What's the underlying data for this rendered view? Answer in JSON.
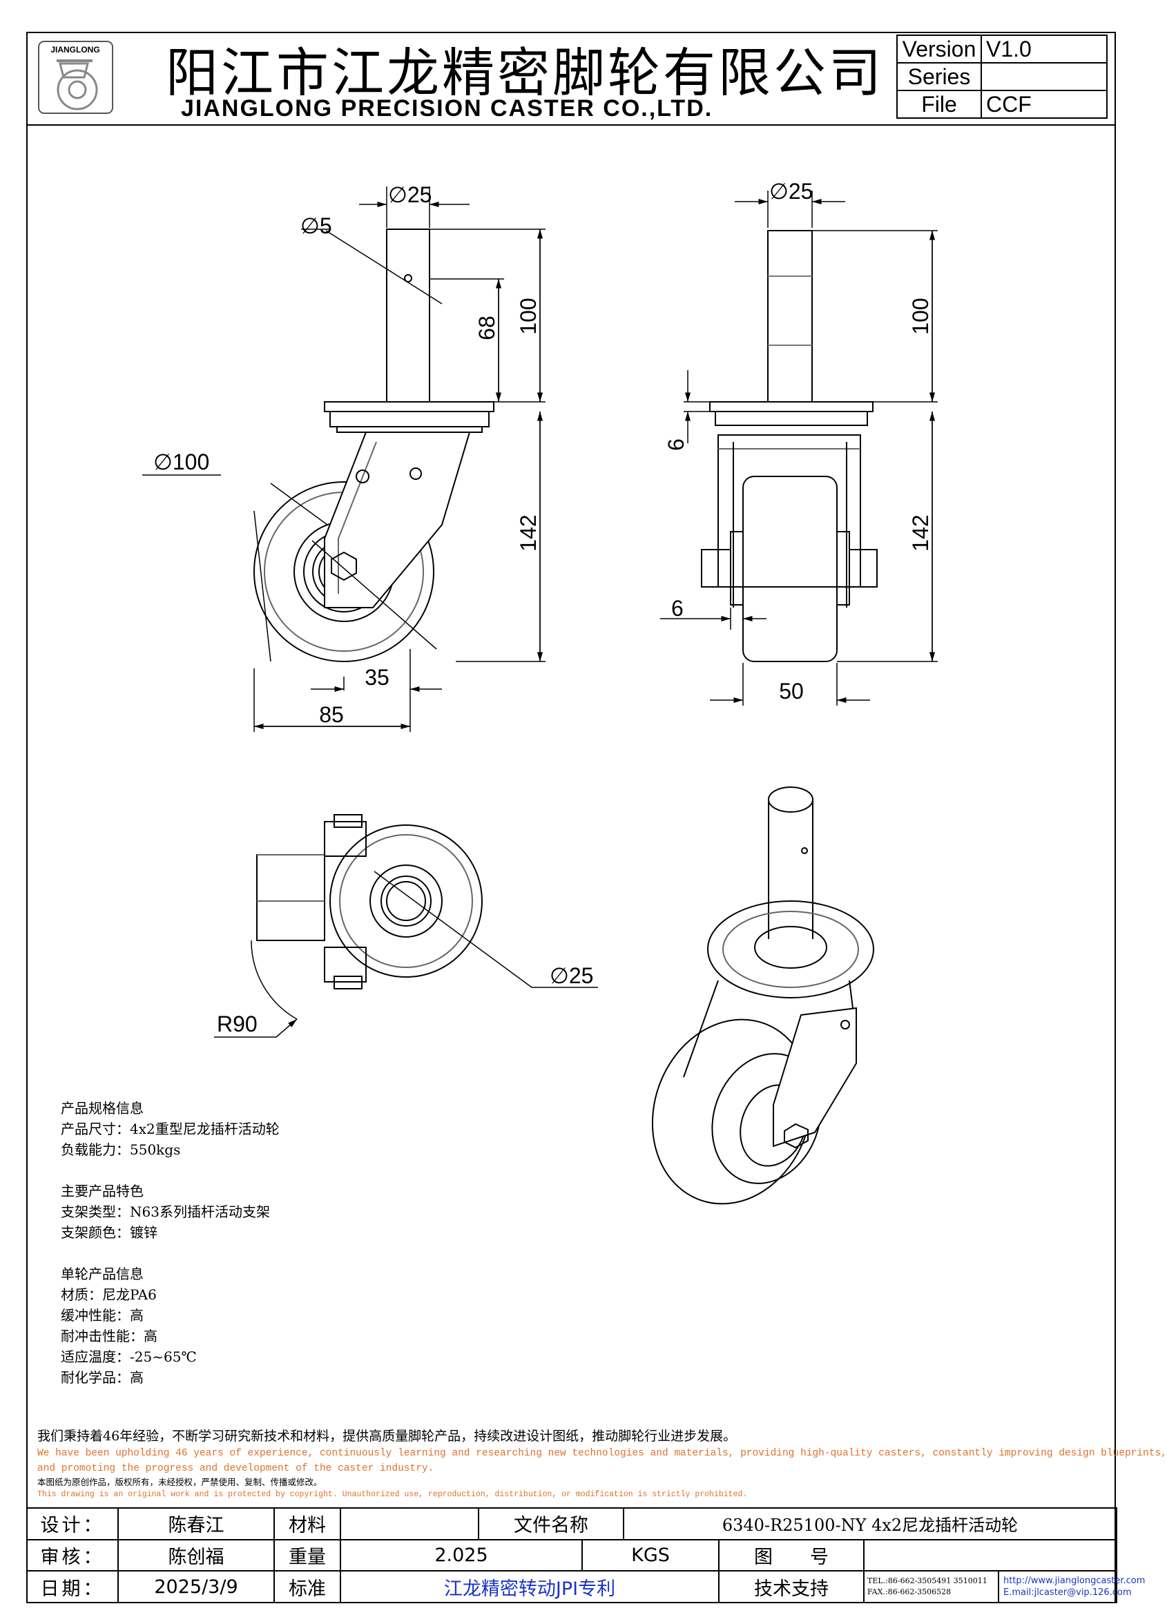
{
  "header": {
    "logo_text": "JIANGLONG",
    "company_cn": "阳江市江龙精密脚轮有限公司",
    "company_en": "JIANGLONG PRECISION CASTER CO.,LTD.",
    "info": [
      {
        "key": "Version",
        "value": "V1.0"
      },
      {
        "key": "Series",
        "value": ""
      },
      {
        "key": "File",
        "value": "CCF"
      }
    ]
  },
  "dims": {
    "d25_a": "∅25",
    "d5": "∅5",
    "h100_a": "100",
    "h68": "68",
    "d100": "∅100",
    "h142_a": "142",
    "w35": "35",
    "w85": "85",
    "d25_b": "∅25",
    "h100_b": "100",
    "h6_a": "6",
    "h142_b": "142",
    "w6": "6",
    "w50": "50",
    "d25_c": "∅25",
    "r90": "R90"
  },
  "spec": {
    "s1_title": "产品规格信息",
    "s1_size": "产品尺寸：4x2重型尼龙插杆活动轮",
    "s1_load": "负载能力：550kgs",
    "s2_title": "主要产品特色",
    "s2_type": "支架类型：N63系列插杆活动支架",
    "s2_color": "支架颜色：镀锌",
    "s3_title": "单轮产品信息",
    "s3_mat": "材质：尼龙PA6",
    "s3_buffer": "缓冲性能：高",
    "s3_impact": "耐冲击性能：高",
    "s3_temp": "适应温度：-25~65℃",
    "s3_chem": "耐化学品：高"
  },
  "notes": {
    "cn1": "我们秉持着46年经验，不断学习研究新技术和材料，提供高质量脚轮产品，持续改进设计图纸，推动脚轮行业进步发展。",
    "en1a": "We have been upholding 46 years of experience, continuously learning and researching new technologies and materials, providing high-quality casters, constantly improving design blueprints,",
    "en1b": "and promoting the progress and development of the caster industry.",
    "cn2": "本图纸为原创作品，版权所有，未经授权，严禁使用、复制、传播或修改。",
    "en2": "This drawing is an original work and is protected by copyright. Unauthorized use, reproduction, distribution, or modification is strictly prohibited."
  },
  "title_block": {
    "design_label": "设计：",
    "design_value": "陈春江",
    "material_label": "材料",
    "material_value": "",
    "filename_label": "文件名称",
    "filename_value": "6340-R25100-NY 4x2尼龙插杆活动轮",
    "review_label": "审核：",
    "review_value": "陈创福",
    "weight_label": "重量",
    "weight_value": "2.025",
    "weight_unit": "KGS",
    "drawing_label": "图　　号",
    "drawing_value": "",
    "date_label": "日期：",
    "date_value": "2025/3/9",
    "standard_label": "标准",
    "standard_value": "江龙精密转动JPI专利",
    "support_label": "技术支持",
    "tel": "TEL.:86-662-3505491 3510011",
    "fax": "FAX.:86-662-3506528",
    "web": "http://www.jianglongcaster.com",
    "email": "E.mail:jlcaster@vip.126.com"
  }
}
